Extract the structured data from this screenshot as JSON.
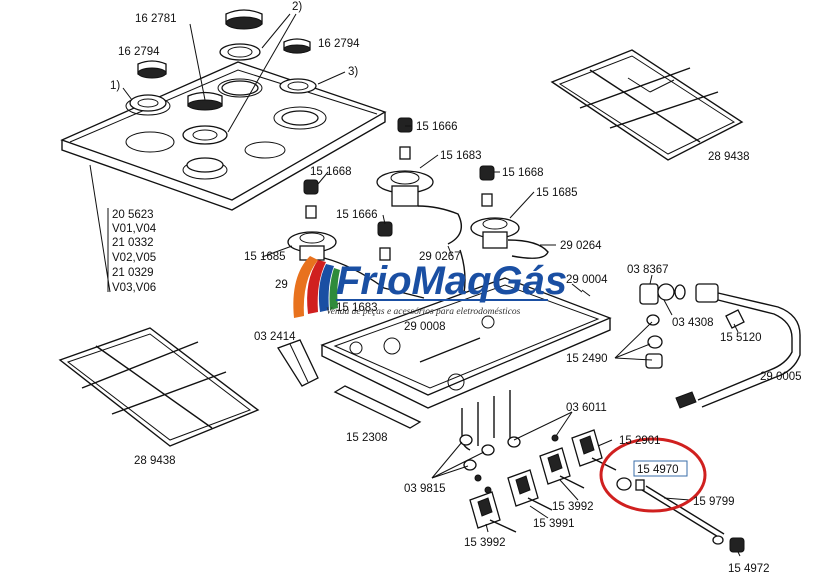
{
  "labels": {
    "l162781": "16 2781",
    "l2a": "2)",
    "l162794a": "16 2794",
    "l162794b": "16 2794",
    "l3": "3)",
    "l1": "1)",
    "l205623": "20 5623",
    "lV01V04": "V01,V04",
    "l210332": "21 0332",
    "lV02V05": "V02,V05",
    "l210329": "21 0329",
    "lV03V06": "V03,V06",
    "l151666a": "15 1666",
    "l151683a": "15 1683",
    "l151668a": "15 1668",
    "l151668b": "15 1668",
    "l151666b": "15 1666",
    "l151685a": "15 1685",
    "l151685b": "15 1685",
    "l290267": "29 0267",
    "l290264": "29 0264",
    "l290004": "29 0004",
    "l151683b": "15 1683",
    "l290008": "29 0008",
    "l29x": "29",
    "l289438a": "28 9438",
    "l289438b": "28 9438",
    "l038367": "03 8367",
    "l034308": "03 4308",
    "l155120": "15 5120",
    "l152490": "15 2490",
    "l290005": "29 0005",
    "l032414": "03 2414",
    "l152308": "15 2308",
    "l036011": "03 6011",
    "l152901": "15 2901",
    "l039815": "03 9815",
    "l153992a": "15 3992",
    "l153991": "15 3991",
    "l153992b": "15 3992",
    "l154970": "15 4970",
    "l159799": "15 9799",
    "l154972": "15 4972"
  },
  "logo": {
    "name": "FrioMaqGás",
    "tagline": "Venda de peças e acessórios para eletrodomésticos"
  },
  "colors": {
    "logo_blue": "#1a4fa3",
    "highlight_ring": "#d0201f"
  }
}
